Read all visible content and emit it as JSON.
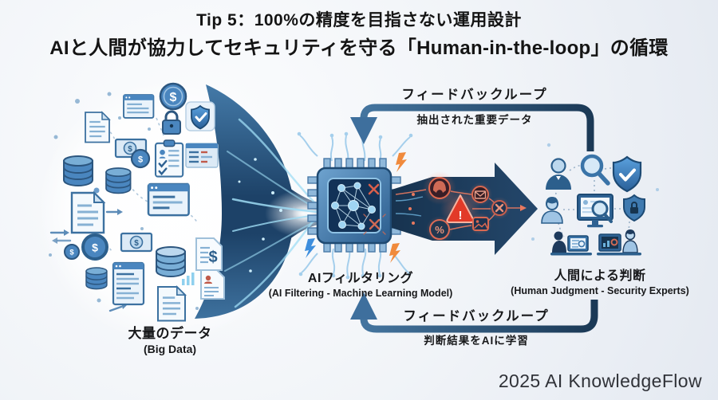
{
  "title": {
    "line1": "Tip 5：100%の精度を目指さない運用設計",
    "line2": "AIと人間が協力してセキュリティを守る「Human-in-the-loop」の循環"
  },
  "loops": {
    "top": {
      "label": "フィードバックループ",
      "sublabel": "抽出された重要データ"
    },
    "bottom": {
      "label": "フィードバックループ",
      "sublabel": "判断結果をAIに学習"
    }
  },
  "nodes": {
    "big_data": {
      "title": "大量のデータ",
      "subtitle": "(Big Data)"
    },
    "ai_filtering": {
      "title": "AIフィルタリング",
      "subtitle": "(AI Filtering - Machine Learning Model)"
    },
    "human_judgment": {
      "title": "人間による判断",
      "subtitle": "(Human Judgment - Security Experts)"
    }
  },
  "credit": "2025 AI KnowledgeFlow",
  "glyphs": {
    "dollar": "$",
    "percent": "%",
    "exclaim": "!"
  },
  "icon_names": {
    "left_cluster": [
      "document-icon",
      "browser-window-icon",
      "database-icon",
      "dollar-coin-icon",
      "money-bill-icon",
      "lock-icon",
      "shield-check-icon",
      "clipboard-checklist-icon",
      "bar-chart-icon"
    ],
    "pipeline_alerts": [
      "hacker-alert-icon",
      "warning-triangle-icon",
      "malicious-mail-icon",
      "fraud-percent-icon",
      "suspicious-image-icon",
      "blocked-x-icon"
    ],
    "human_cluster": [
      "analyst-male-icon",
      "magnifier-icon",
      "shield-check-icon",
      "analyst-female-icon",
      "monitor-review-icon",
      "shield-lock-icon",
      "desk-analyst-left-icon",
      "desk-analyst-right-icon"
    ]
  },
  "colors": {
    "background": "#eef2f7",
    "navy": "#1c3a59",
    "steel_blue": "#3c6f9e",
    "icon_blue": "#4a86bf",
    "light_blue": "#a9cdea",
    "glow_cyan": "#9fdcf4",
    "alert_red": "#e23a28",
    "alert_orange": "#e8795f",
    "bolt_orange": "#f08a3c"
  }
}
